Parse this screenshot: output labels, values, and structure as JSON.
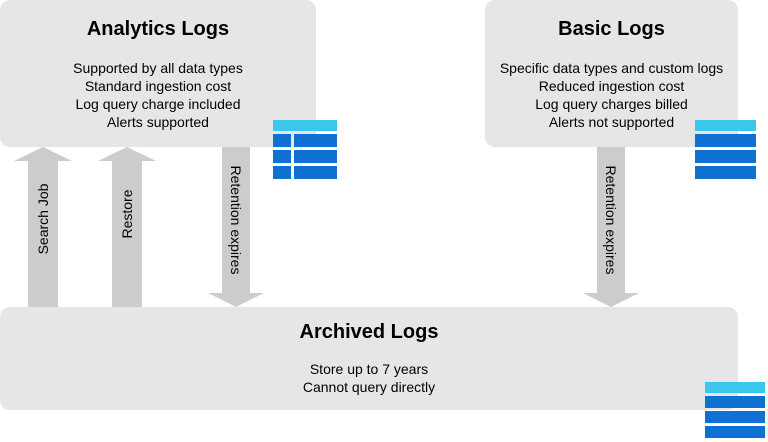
{
  "analytics": {
    "title": "Analytics Logs",
    "lines": [
      "Supported by all data types",
      "Standard ingestion cost",
      "Log query charge included",
      "Alerts supported"
    ]
  },
  "basic": {
    "title": "Basic Logs",
    "lines": [
      "Specific data types and custom logs",
      "Reduced ingestion cost",
      "Log query charges billed",
      "Alerts not supported"
    ]
  },
  "archive": {
    "title": "Archived Logs",
    "lines": [
      "Store up to 7 years",
      "Cannot query directly"
    ]
  },
  "arrows": {
    "search_job": "Search Job",
    "restore": "Restore",
    "retention_analytics": "Retention expires",
    "retention_basic": "Retention expires"
  },
  "colors": {
    "box_fill": "#e6e6e6",
    "arrow_fill": "#cccccc",
    "table_header": "#3bc7ec",
    "table_body": "#0f72d3"
  }
}
